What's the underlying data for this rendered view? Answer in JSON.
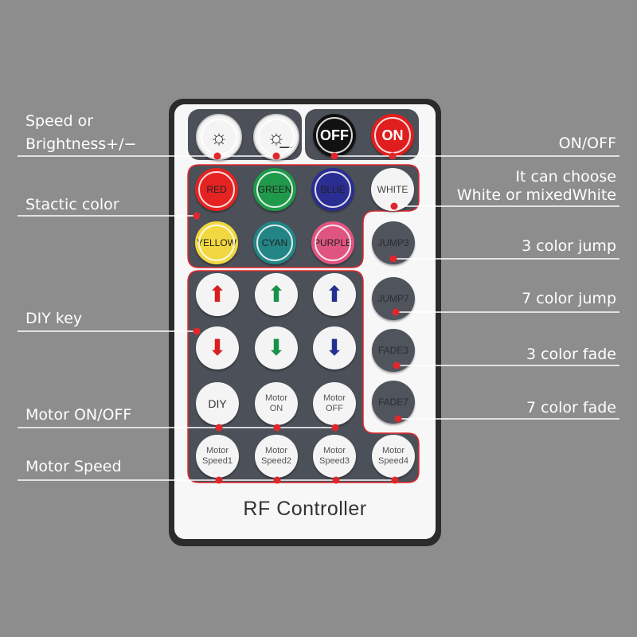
{
  "remote": {
    "title": "RF Controller",
    "top_buttons": [
      {
        "label": "",
        "icon": "brightness-up-icon",
        "color": "#f4f4f4"
      },
      {
        "label": "",
        "icon": "brightness-down-icon",
        "color": "#f4f4f4"
      },
      {
        "label": "OFF",
        "color": "#111111"
      },
      {
        "label": "ON",
        "color": "#e01e1e"
      }
    ],
    "color_buttons": [
      {
        "label": "RED",
        "color": "#e52323"
      },
      {
        "label": "GREEN",
        "color": "#1f9a4a"
      },
      {
        "label": "BLUE",
        "color": "#2a2d92"
      },
      {
        "label": "WHITE",
        "color": "#f4f4f4"
      },
      {
        "label": "YELLOW",
        "color": "#f2d840"
      },
      {
        "label": "CYAN",
        "color": "#238585"
      },
      {
        "label": "PURPLE",
        "color": "#e05580"
      }
    ],
    "side_buttons": [
      "JUMP3",
      "JUMP7",
      "FADE3",
      "FADE7"
    ],
    "diy_arrows": [
      {
        "icon": "red-up-arrow-icon",
        "glyph": "⬆",
        "color": "#d81e1e"
      },
      {
        "icon": "green-up-arrow-icon",
        "glyph": "⬆",
        "color": "#16924a"
      },
      {
        "icon": "blue-up-arrow-icon",
        "glyph": "⬆",
        "color": "#23308f"
      },
      {
        "icon": "red-down-arrow-icon",
        "glyph": "⬇",
        "color": "#d81e1e"
      },
      {
        "icon": "green-down-arrow-icon",
        "glyph": "⬇",
        "color": "#16924a"
      },
      {
        "icon": "blue-down-arrow-icon",
        "glyph": "⬇",
        "color": "#23308f"
      }
    ],
    "diy_label": "DIY",
    "motor_buttons": [
      {
        "line1": "Motor",
        "line2": "ON"
      },
      {
        "line1": "Motor",
        "line2": "OFF"
      }
    ],
    "speed_buttons": [
      {
        "line1": "Motor",
        "line2": "Speed1"
      },
      {
        "line1": "Motor",
        "line2": "Speed2"
      },
      {
        "line1": "Motor",
        "line2": "Speed3"
      },
      {
        "line1": "Motor",
        "line2": "Speed4"
      }
    ]
  },
  "annotations": {
    "speed_line1": "Speed or",
    "speed_line2": "Brightness+/−",
    "on_off": "ON/OFF",
    "static_color": "Stactic color",
    "white_line1": "It can choose",
    "white_line2": "White or mixedWhite",
    "jump3": "3 color jump",
    "jump7": "7 color jump",
    "fade3": "3 color fade",
    "fade7": "7 color fade",
    "diy": "DIY key",
    "motor_on_off": "Motor ON/OFF",
    "motor_speed": "Motor Speed"
  },
  "colors": {
    "background": "#8d8d8d",
    "panel": "#4c5059",
    "accent_red": "#e0282c"
  }
}
